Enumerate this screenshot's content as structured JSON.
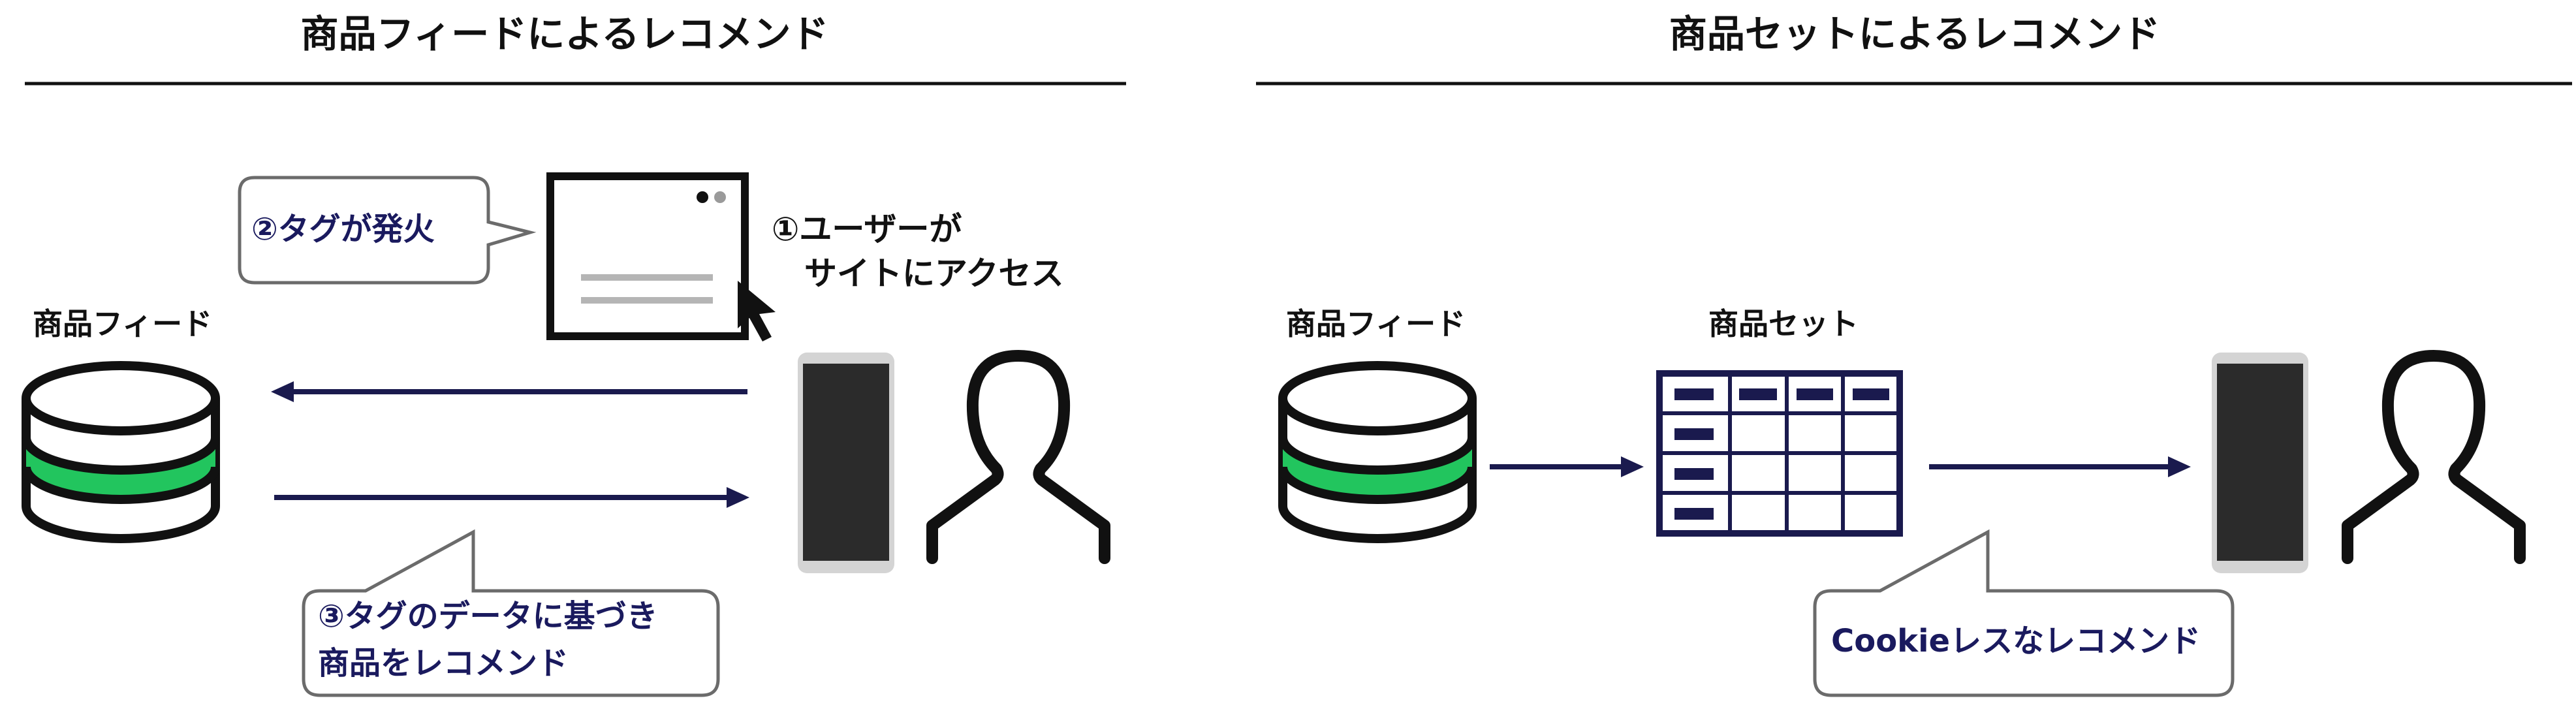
{
  "left_panel": {
    "title": "商品フィードによるレコメンド",
    "feed_label": "商品フィード",
    "step1_line1": "①ユーザーが",
    "step1_line2": "サイトにアクセス",
    "bubble_tag_fire": "②タグが発火",
    "bubble_recommend_line1": "③タグのデータに基づき",
    "bubble_recommend_line2": "商品をレコメンド"
  },
  "right_panel": {
    "title": "商品セットによるレコメンド",
    "feed_label": "商品フィード",
    "set_label": "商品セット",
    "bubble_cookieless": "Cookieレスなレコメンド"
  },
  "colors": {
    "database_accent": "#22c55e",
    "arrow_navy": "#1a1a4e",
    "bubble_text": "#1a1a5e",
    "table_navy": "#1a1a4e",
    "phone_screen": "#2b2b2b"
  },
  "icons": [
    "database-icon",
    "browser-window-icon",
    "cursor-icon",
    "smartphone-icon",
    "user-icon",
    "table-icon"
  ]
}
